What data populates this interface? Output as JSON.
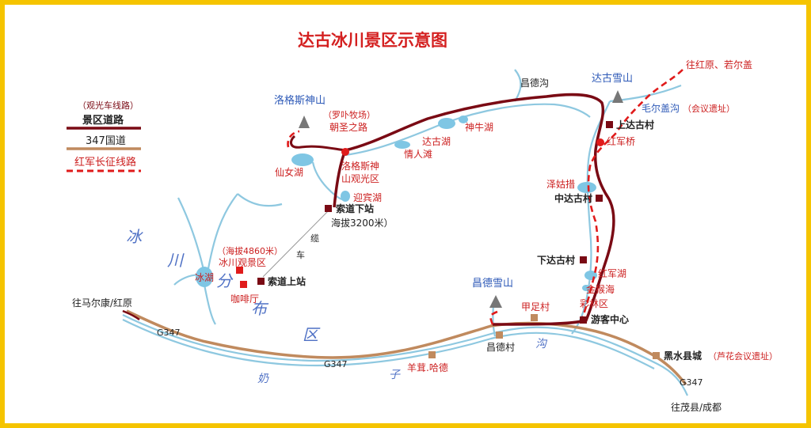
{
  "title": "达古冰川景区示意图",
  "legend": {
    "sightseeing_line": "（观光车线路）",
    "scenic_road": "景区道路",
    "national_road": "347国道",
    "long_march": "红军长征线路"
  },
  "mountains": {
    "luogesi": "洛格斯神山",
    "dagu": "达古雪山",
    "changde": "昌德雪山"
  },
  "water": {
    "changde_gou": "昌德沟",
    "xiannv_hu": "仙女湖",
    "qingren_tan": "情人滩",
    "dagu_hu": "达古湖",
    "shenniu_hu": "神牛湖",
    "yingbin_hu": "迎宾湖",
    "bing_hu": "冰湖",
    "hongjun_hu": "红军湖",
    "jinhou_hai": "金猴海",
    "zhegu_cuo": "泽姑措"
  },
  "places": {
    "luopu": "（罗卟牧场）",
    "chaosheng": "朝圣之路",
    "luogesi_viewpoint_a": "洛格斯神",
    "luogesi_viewpoint_b": "山观光区",
    "suodao_xia": "索道下站",
    "altitude_3200": "海拔3200米）",
    "altitude_4860": "（海拔4860米）",
    "glacier_viewpoint": "冰川观景区",
    "suodao_shang": "索道上站",
    "cafe": "咖啡厅",
    "ropeway_1": "缆",
    "ropeway_2": "车",
    "maoergai": "毛尔盖沟",
    "meeting_site": "（会议遗址）",
    "shang_dagu": "上达古村",
    "hongjun_qiao": "红军桥",
    "zhong_dagu": "中达古村",
    "xia_dagu": "下达古村",
    "caolin": "彩林区",
    "visitor_center": "游客中心",
    "jiazu": "甲足村",
    "changde_cun": "昌德村",
    "yangrong": "羊茸.哈德",
    "heishui": "黑水县城",
    "luhua": "（芦花会议遗址）"
  },
  "directions": {
    "to_hongyuan_ruoergai": "往红原、若尔盖",
    "to_maerkang": "往马尔康/红原",
    "to_maoxian": "往茂县/成都"
  },
  "highway": {
    "g347_left": "G347",
    "g347_mid": "G347",
    "g347_right": "G347"
  },
  "region": {
    "c1": "冰",
    "c2": "川",
    "c3": "分",
    "c4": "布",
    "c5": "区",
    "river1": "奶",
    "river2": "子",
    "river3": "沟"
  },
  "colors": {
    "border": "#f5c400",
    "scenic_road": "#7a0a14",
    "national_road": "#c08a5e",
    "long_march": "#e01b1b",
    "river": "#8ec8e0",
    "lake": "#7fc6e4",
    "title": "#d42020"
  }
}
